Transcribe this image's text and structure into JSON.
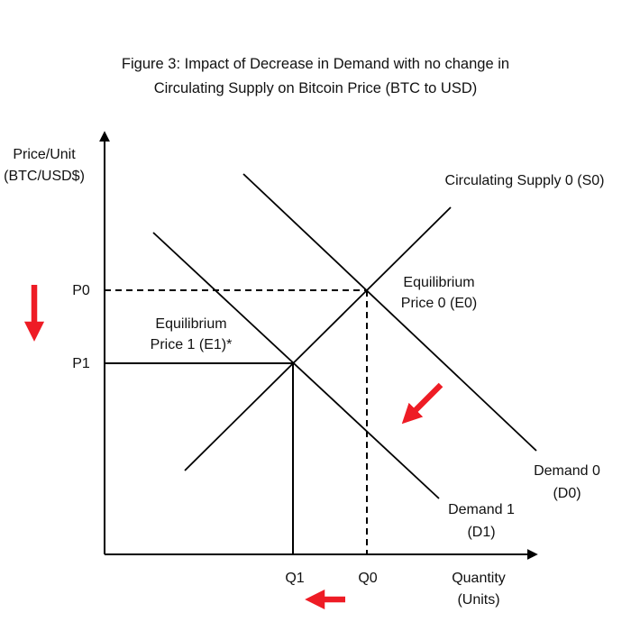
{
  "figure": {
    "title_line1": "Figure 3: Impact of Decrease in Demand with no change in",
    "title_line2": "Circulating Supply on Bitcoin Price (BTC to USD)"
  },
  "axes": {
    "y_label_line1": "Price/Unit",
    "y_label_line2": "(BTC/USD$)",
    "x_label_line1": "Quantity",
    "x_label_line2": "(Units)"
  },
  "labels": {
    "supply": "Circulating Supply 0 (S0)",
    "eq0_line1": "Equilibrium",
    "eq0_line2": "Price 0 (E0)",
    "eq1_line1": "Equilibrium",
    "eq1_line2": "Price 1 (E1)*",
    "p0": "P0",
    "p1": "P1",
    "q0": "Q0",
    "q1": "Q1",
    "demand0_line1": "Demand 0",
    "demand0_line2": "(D0)",
    "demand1_line1": "Demand 1",
    "demand1_line2": "(D1)"
  },
  "colors": {
    "line": "#000000",
    "arrow_red": "#ee1c25",
    "background": "#ffffff"
  },
  "chart_data": {
    "type": "line",
    "title": "Figure 3: Impact of Decrease in Demand with no change in Circulating Supply on Bitcoin Price (BTC to USD)",
    "xlabel": "Quantity (Units)",
    "ylabel": "Price/Unit (BTC/USD$)",
    "x_ticks": [
      "Q1",
      "Q0"
    ],
    "y_ticks": [
      "P0",
      "P1"
    ],
    "grid": false,
    "series": [
      {
        "name": "Circulating Supply 0 (S0)",
        "role": "supply-curve",
        "direction": "upward-sloping"
      },
      {
        "name": "Demand 0 (D0)",
        "role": "initial-demand-curve",
        "direction": "downward-sloping"
      },
      {
        "name": "Demand 1 (D1)",
        "role": "shifted-demand-curve",
        "direction": "downward-sloping"
      }
    ],
    "equilibria": [
      {
        "name": "Equilibrium Price 0 (E0)",
        "quantity": "Q0",
        "price": "P0",
        "guide_style": "dashed"
      },
      {
        "name": "Equilibrium Price 1 (E1)*",
        "quantity": "Q1",
        "price": "P1",
        "guide_style": "solid"
      }
    ],
    "annotations": [
      "red down arrow: price falls from P0 to P1",
      "red diagonal arrow: demand shifts left from D0 to D1",
      "red left arrow: quantity falls from Q0 to Q1"
    ],
    "geometry": {
      "segments": [
        {
          "name": "y-axis",
          "x1": 116,
          "y1": 615,
          "x2": 116,
          "y2": 150,
          "cls": "axis",
          "marker": "arrow-black"
        },
        {
          "name": "x-axis",
          "x1": 116,
          "y1": 615,
          "x2": 592,
          "y2": 615,
          "cls": "axis",
          "marker": "arrow-black"
        },
        {
          "name": "supply-s0-line",
          "x1": 205,
          "y1": 522,
          "x2": 500,
          "y2": 230,
          "cls": "curve"
        },
        {
          "name": "demand-d0-line",
          "x1": 270,
          "y1": 193,
          "x2": 595,
          "y2": 500,
          "cls": "curve"
        },
        {
          "name": "demand-d1-line",
          "x1": 170,
          "y1": 258,
          "x2": 487,
          "y2": 553,
          "cls": "curve"
        },
        {
          "name": "p0-dashed-guide",
          "x1": 116,
          "y1": 322,
          "x2": 407,
          "y2": 322,
          "cls": "dash"
        },
        {
          "name": "q0-dashed-guide",
          "x1": 407,
          "y1": 322,
          "x2": 407,
          "y2": 615,
          "cls": "dash"
        },
        {
          "name": "p1-solid-guide",
          "x1": 116,
          "y1": 403,
          "x2": 325,
          "y2": 403,
          "cls": "guide"
        },
        {
          "name": "q1-solid-guide",
          "x1": 325,
          "y1": 403,
          "x2": 325,
          "y2": 615,
          "cls": "guide"
        },
        {
          "name": "price-decrease-arrow",
          "x1": 38,
          "y1": 316,
          "x2": 38,
          "y2": 370,
          "cls": "red",
          "marker": "arrow-red"
        },
        {
          "name": "demand-shift-arrow",
          "x1": 489,
          "y1": 427,
          "x2": 452,
          "y2": 464,
          "cls": "red",
          "marker": "arrow-red"
        },
        {
          "name": "quantity-decrease-arrow",
          "x1": 383,
          "y1": 665,
          "x2": 347,
          "y2": 665,
          "cls": "red",
          "marker": "arrow-red"
        }
      ]
    }
  }
}
